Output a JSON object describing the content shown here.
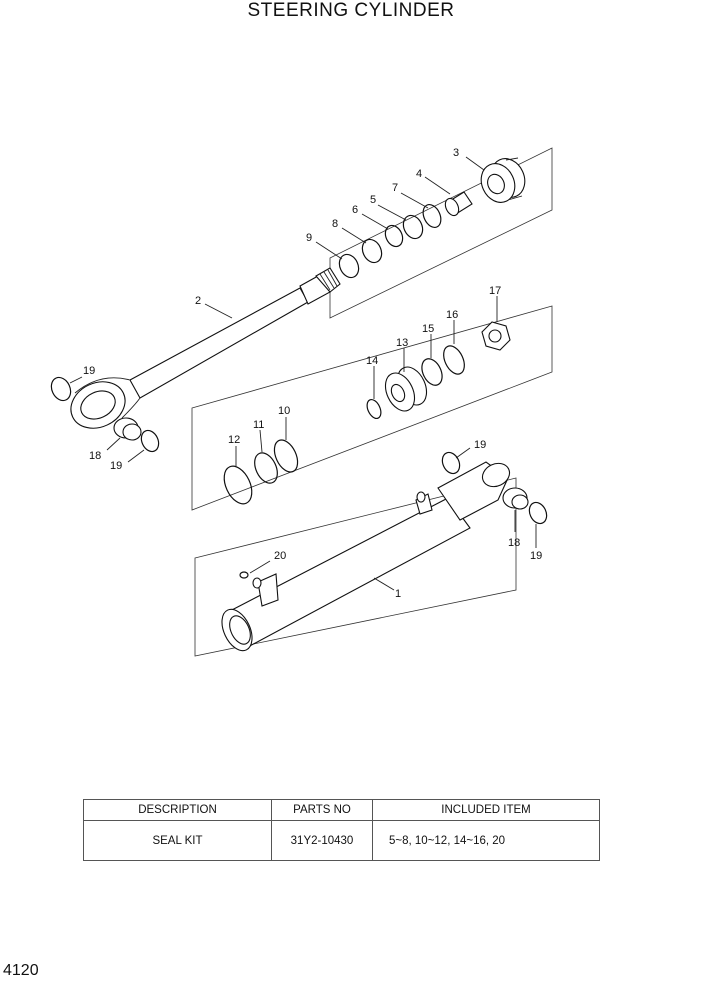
{
  "title": "STEERING CYLINDER",
  "callouts": {
    "c1": "1",
    "c2": "2",
    "c3": "3",
    "c4": "4",
    "c5": "5",
    "c6": "6",
    "c7": "7",
    "c8": "8",
    "c9": "9",
    "c10": "10",
    "c11": "11",
    "c12": "12",
    "c13": "13",
    "c14": "14",
    "c15": "15",
    "c16": "16",
    "c17": "17",
    "c18a": "18",
    "c18b": "18",
    "c19a": "19",
    "c19b": "19",
    "c19c": "19",
    "c19d": "19",
    "c20": "20"
  },
  "table": {
    "headers": [
      "DESCRIPTION",
      "PARTS NO",
      "INCLUDED ITEM"
    ],
    "rows": [
      [
        "SEAL KIT",
        "31Y2-10430",
        "5~8, 10~12, 14~16, 20"
      ]
    ]
  },
  "page_number": "4120"
}
